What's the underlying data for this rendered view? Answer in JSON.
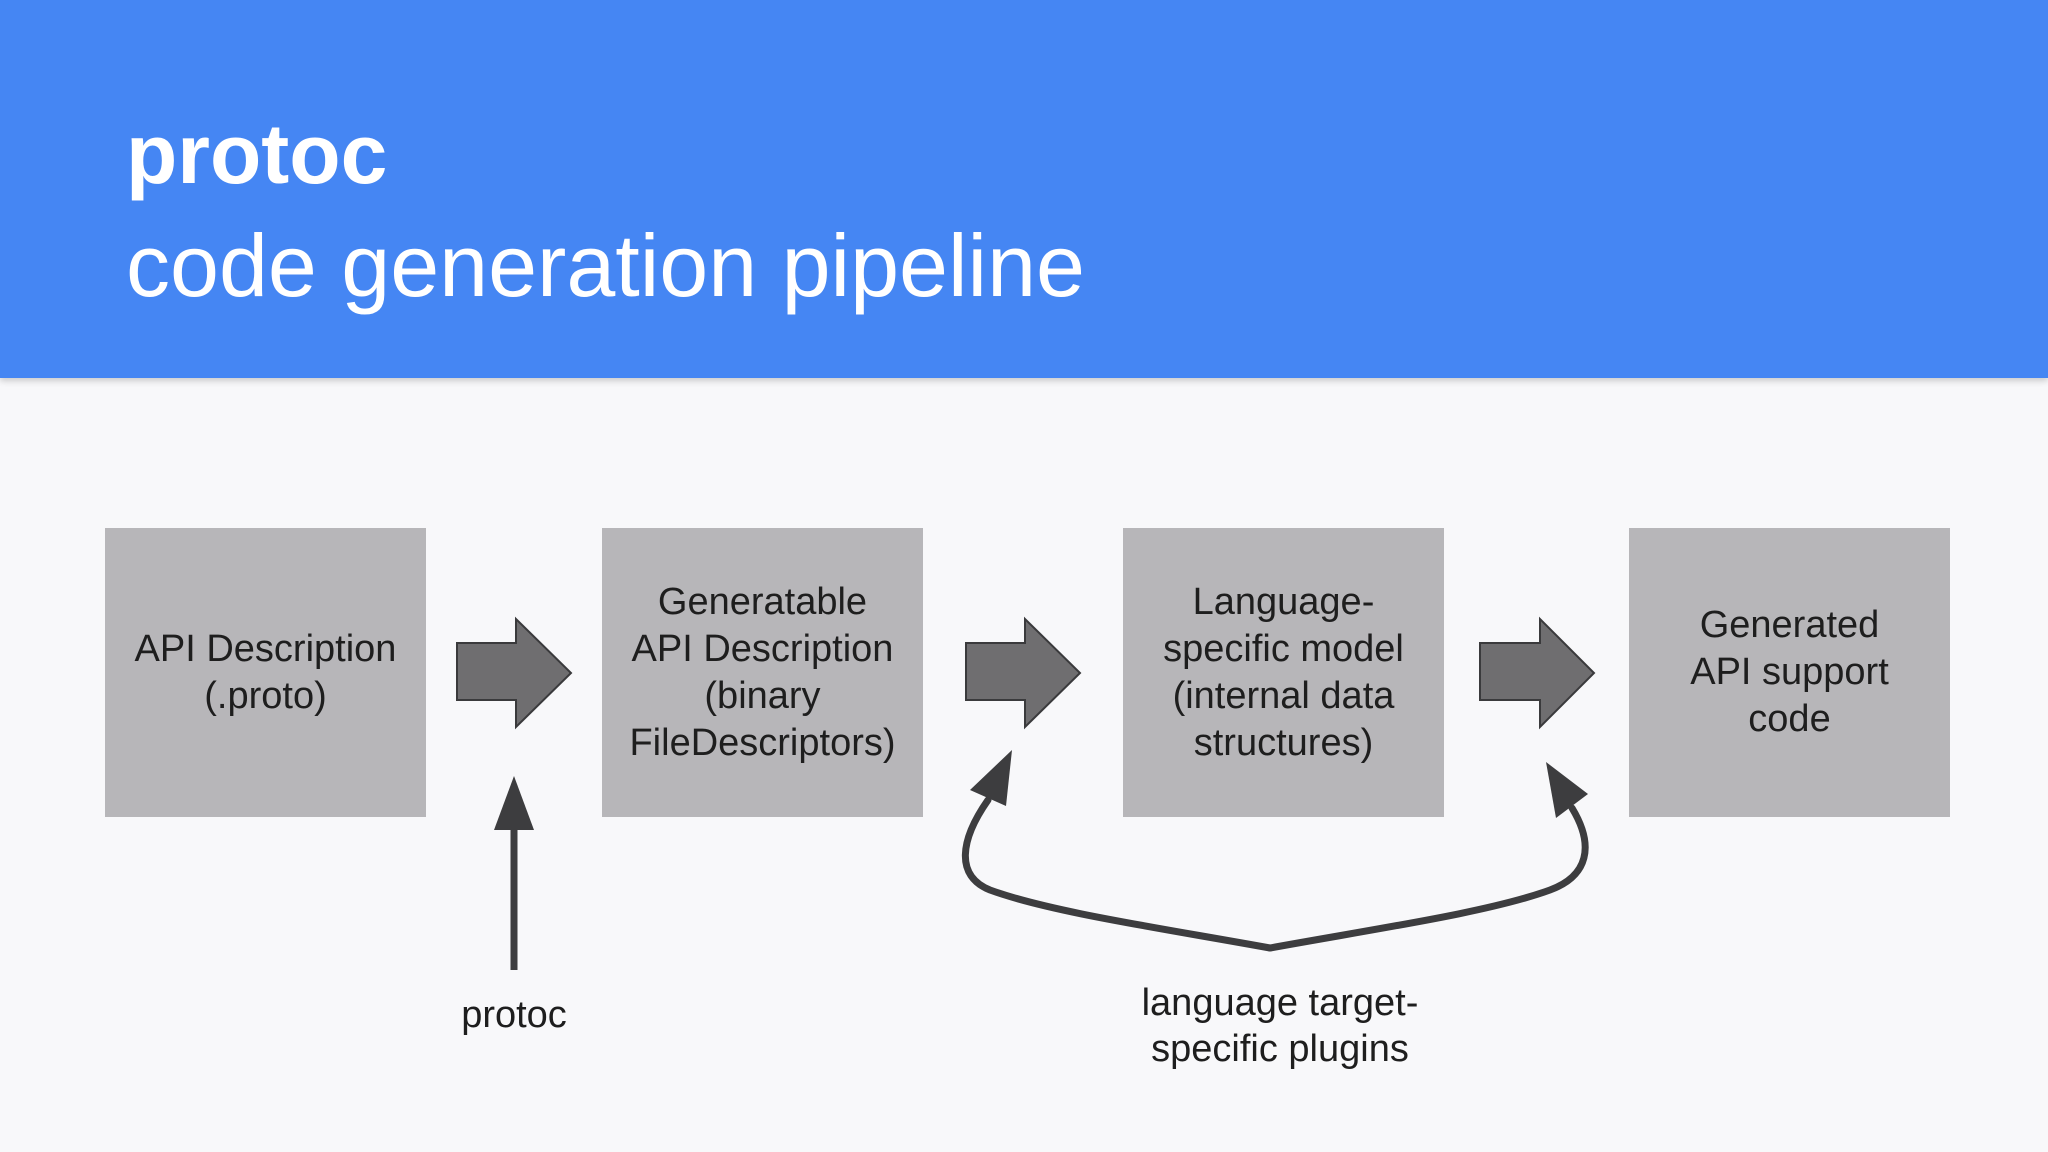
{
  "header": {
    "title": "protoc",
    "subtitle": "code generation pipeline"
  },
  "pipeline": {
    "boxes": [
      {
        "label": "API Description\n(.proto)"
      },
      {
        "label": "Generatable\nAPI Description\n(binary\nFileDescriptors)"
      },
      {
        "label": "Language-\nspecific model\n(internal data\nstructures)"
      },
      {
        "label": "Generated\nAPI support\ncode"
      }
    ]
  },
  "annotations": {
    "protoc_label": "protoc",
    "plugins_label": "language target-\nspecific plugins"
  },
  "colors": {
    "header_bg": "#4586f3",
    "box_bg": "#b7b6b9",
    "arrow_fill": "#6f6e70",
    "arrow_stroke": "#3a3a3c",
    "pointer_arrow": "#3d3d3f"
  }
}
